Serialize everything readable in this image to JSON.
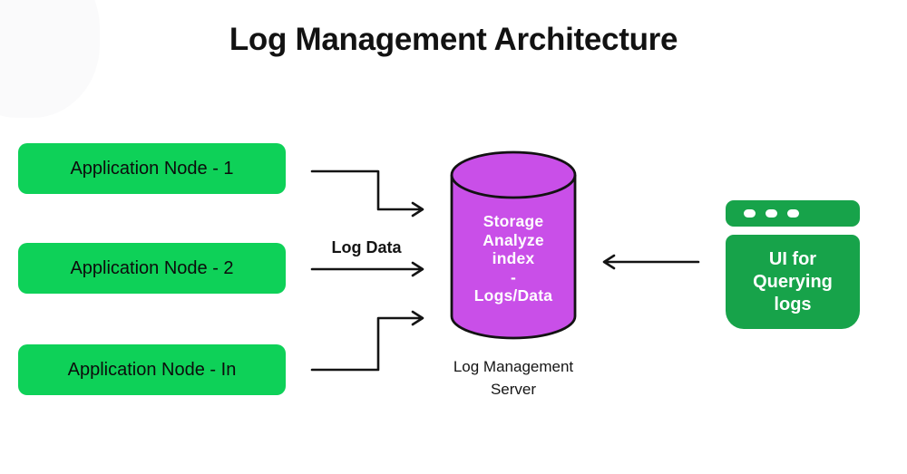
{
  "title": "Log Management Architecture",
  "colors": {
    "node_green": "#0ed158",
    "ui_green": "#17a34a",
    "cylinder_purple": "#c94fe8",
    "ink": "#141414",
    "text_on_green": "#0c0c0c"
  },
  "nodes": [
    {
      "label": "Application Node - 1"
    },
    {
      "label": "Application Node - 2"
    },
    {
      "label": "Application Node - In"
    }
  ],
  "flow": {
    "label": "Log Data"
  },
  "server": {
    "cylinder_label": "Storage\nAnalyze\nindex\n-\nLogs/Data",
    "caption": "Log Management\nServer"
  },
  "ui_window": {
    "label": "UI for\nQuerying\nlogs",
    "dots_icon": "three-dots"
  }
}
